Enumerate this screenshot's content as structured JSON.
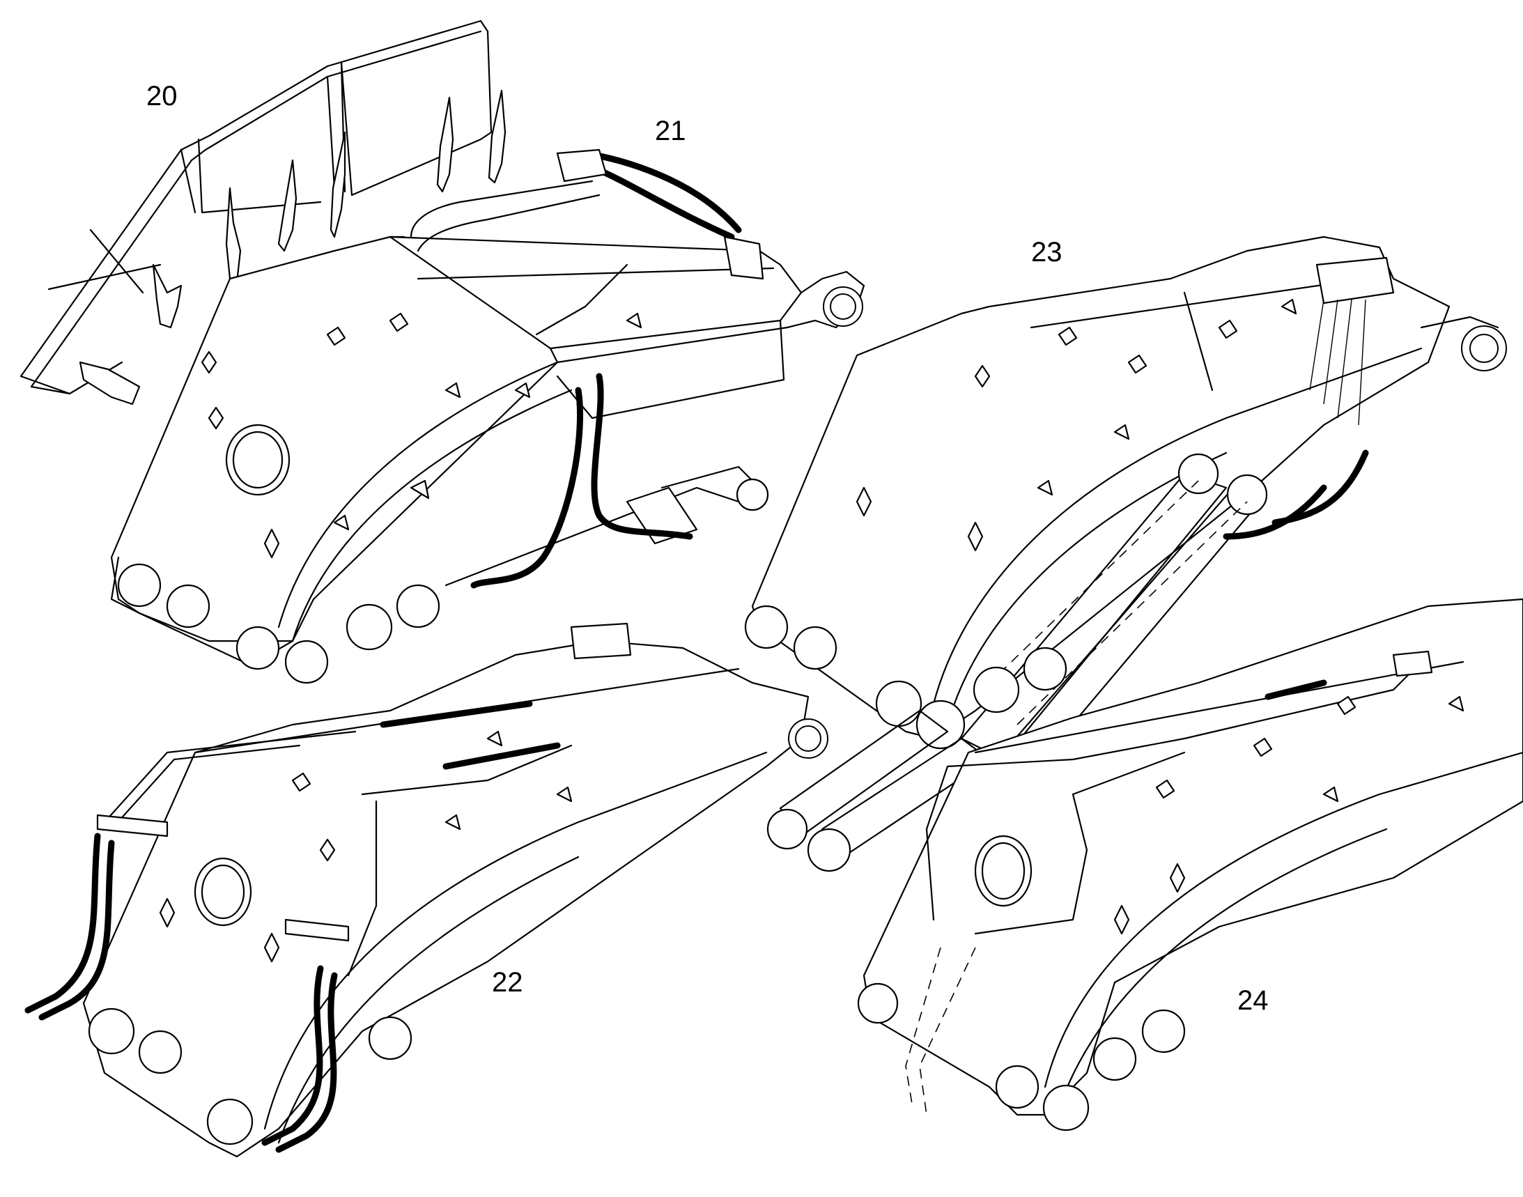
{
  "figure": {
    "callouts": [
      {
        "id": "rail",
        "label": "20"
      },
      {
        "id": "boom-top-hoses",
        "label": "21"
      },
      {
        "id": "boom-side-lines-a",
        "label": "22"
      },
      {
        "id": "boom-with-cylinders",
        "label": "23"
      },
      {
        "id": "boom-side-lines-b",
        "label": "24"
      }
    ]
  }
}
